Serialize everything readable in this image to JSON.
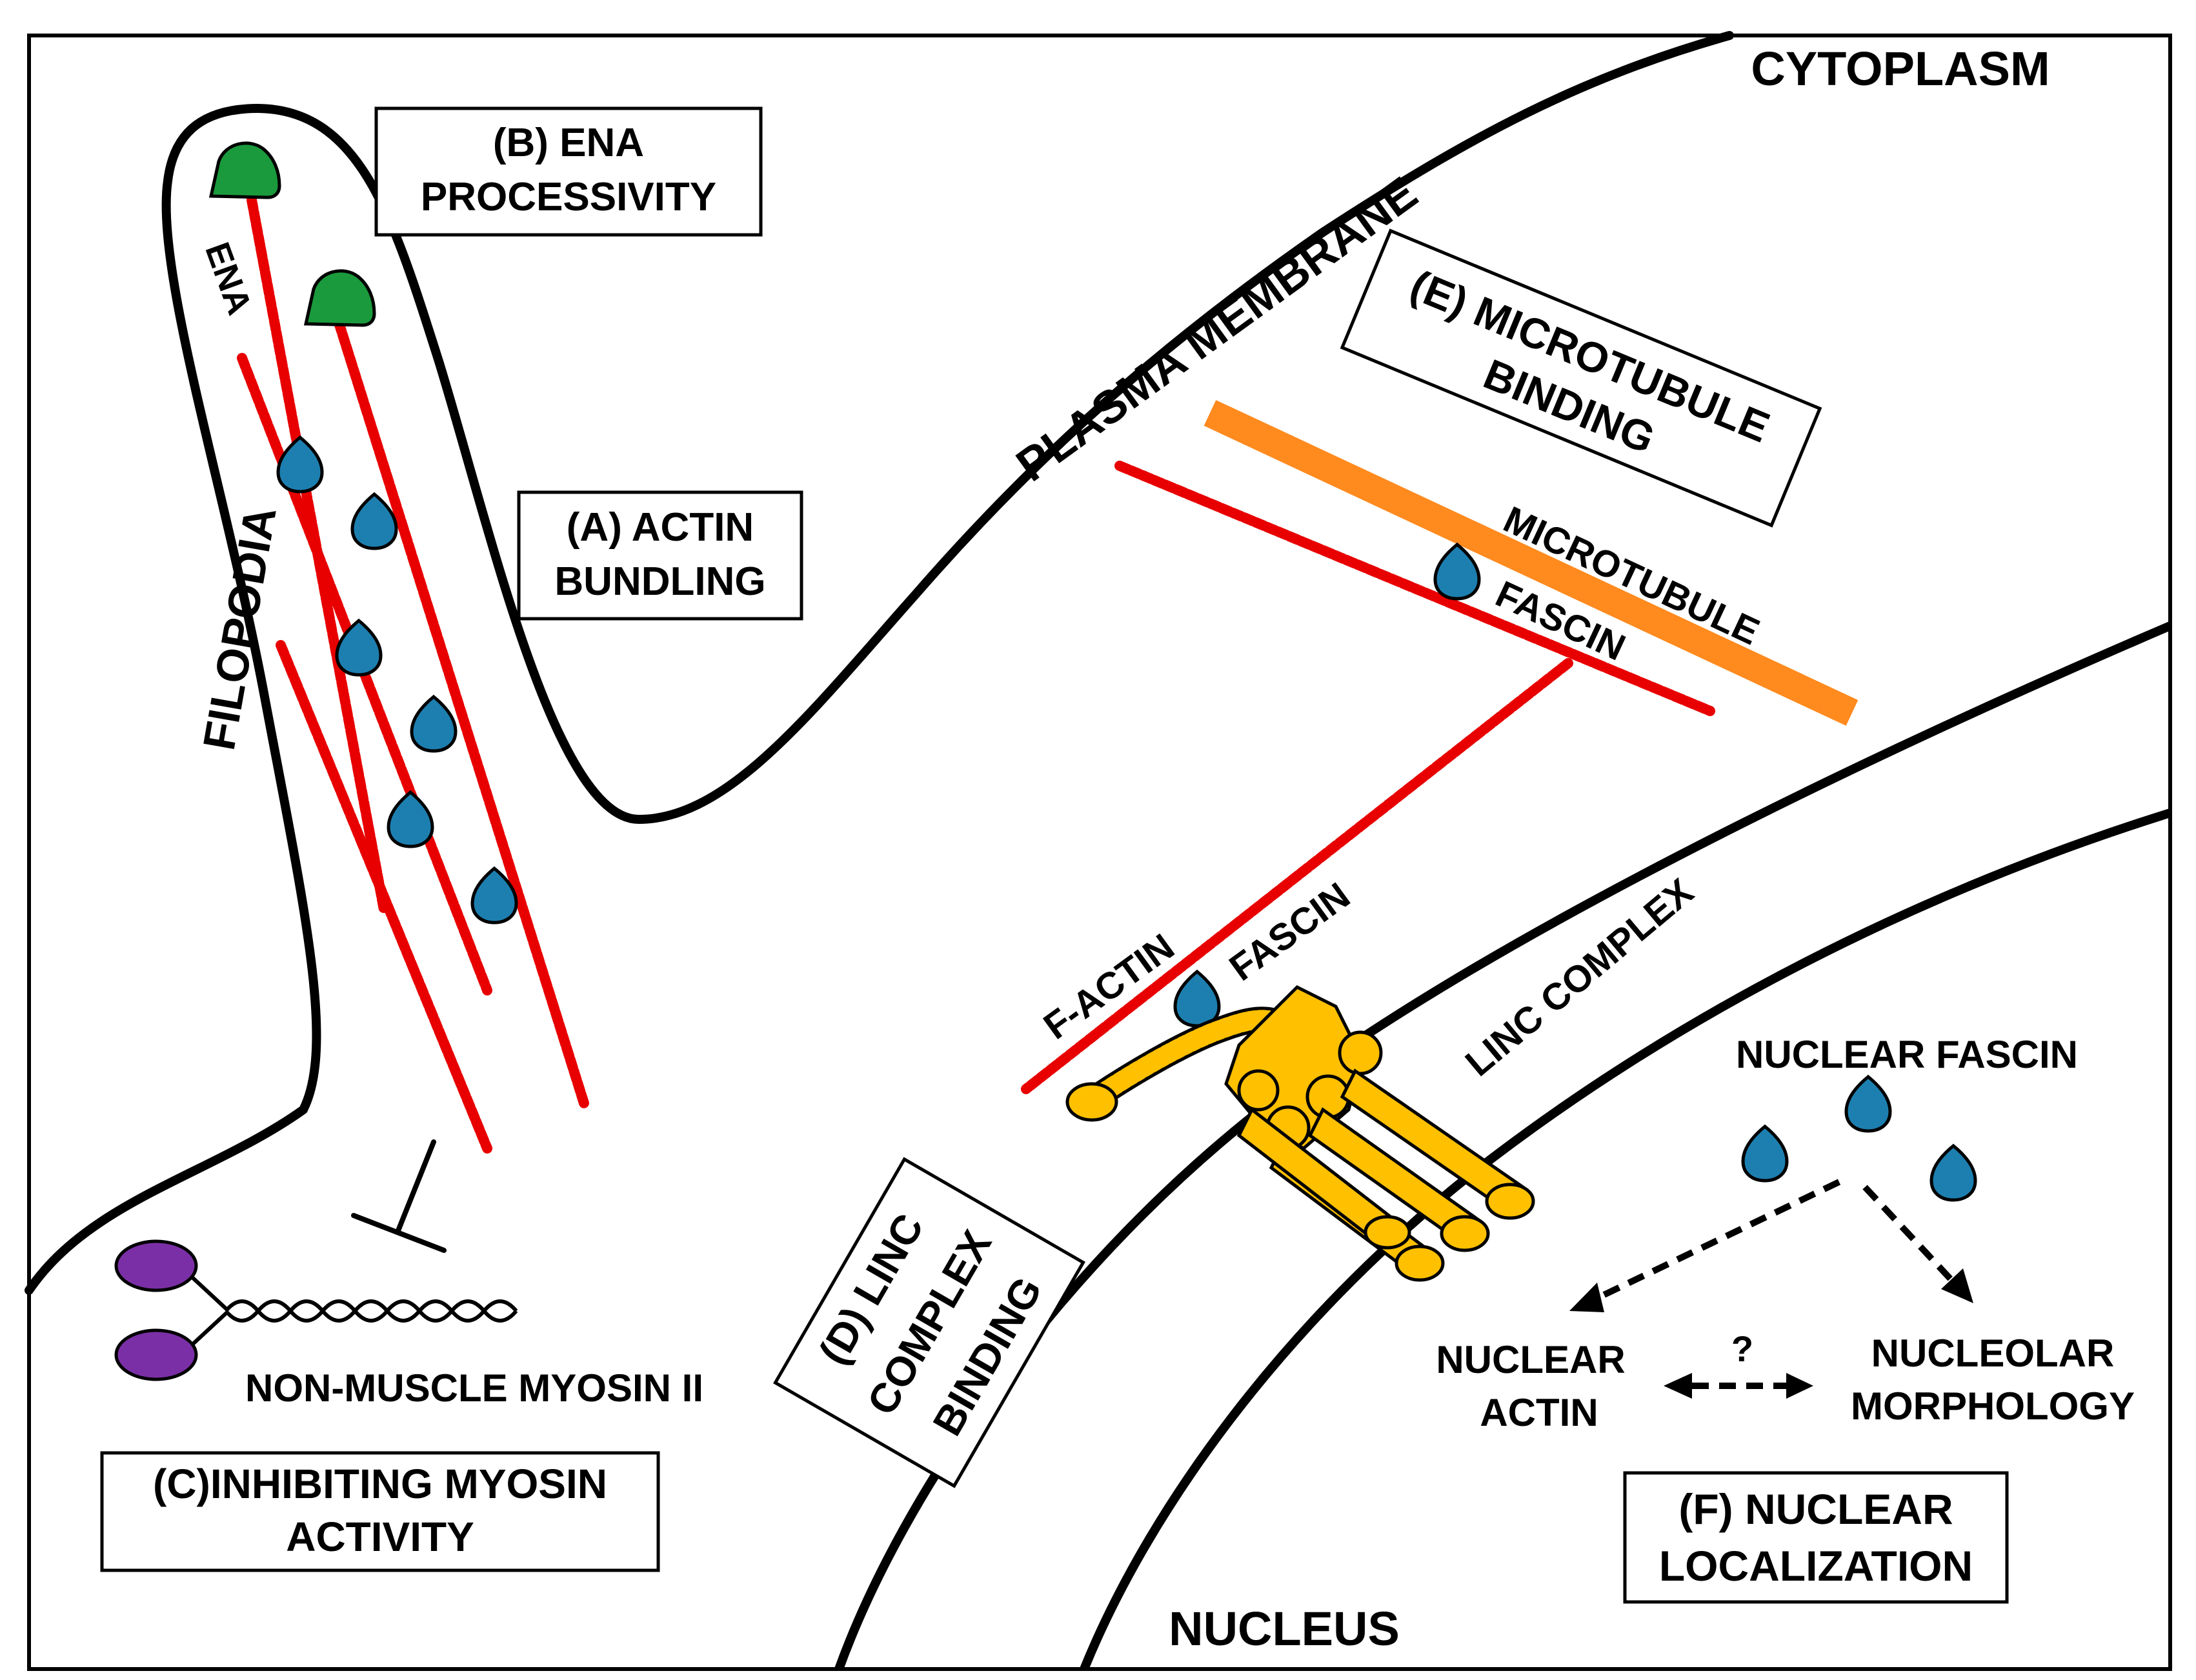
{
  "labels": {
    "cytoplasm": "CYTOPLASM",
    "plasma_membrane": "PLASMA MEMBRANE",
    "filopodia": "FILOPODIA",
    "ena": "ENA",
    "microtubule": "MICROTUBULE",
    "fascin_mt": "FASCIN",
    "f_actin": "F-ACTIN",
    "fascin_linc": "FASCIN",
    "linc_complex": "LINC COMPLEX",
    "nuclear_fascin": "NUCLEAR FASCIN",
    "nuclear_actin_1": "NUCLEAR",
    "nuclear_actin_2": "ACTIN",
    "question": "?",
    "nucleolar_1": "NUCLEOLAR",
    "nucleolar_2": "MORPHOLOGY",
    "myosin": "NON-MUSCLE MYOSIN II",
    "nucleus": "NUCLEUS"
  },
  "boxes": {
    "b_line1": "(B) ENA",
    "b_line2": "PROCESSIVITY",
    "a_line1": "(A) ACTIN",
    "a_line2": "BUNDLING",
    "c_line1": "(C)INHIBITING MYOSIN",
    "c_line2": "ACTIVITY",
    "d_line1": "(D) LINC",
    "d_line2": "COMPLEX",
    "d_line3": "BINDING",
    "e_line1": "(E) MICROTUBULE",
    "e_line2": "BINDING",
    "f_line1": "(F) NUCLEAR",
    "f_line2": "LOCALIZATION"
  },
  "colors": {
    "actin": "#e80000",
    "fascin": "#1d7fb0",
    "ena": "#1a9a3c",
    "myosin": "#7b2fa6",
    "microtubule": "#ff8a1e",
    "linc": "#ffc000",
    "outline": "#000000"
  }
}
